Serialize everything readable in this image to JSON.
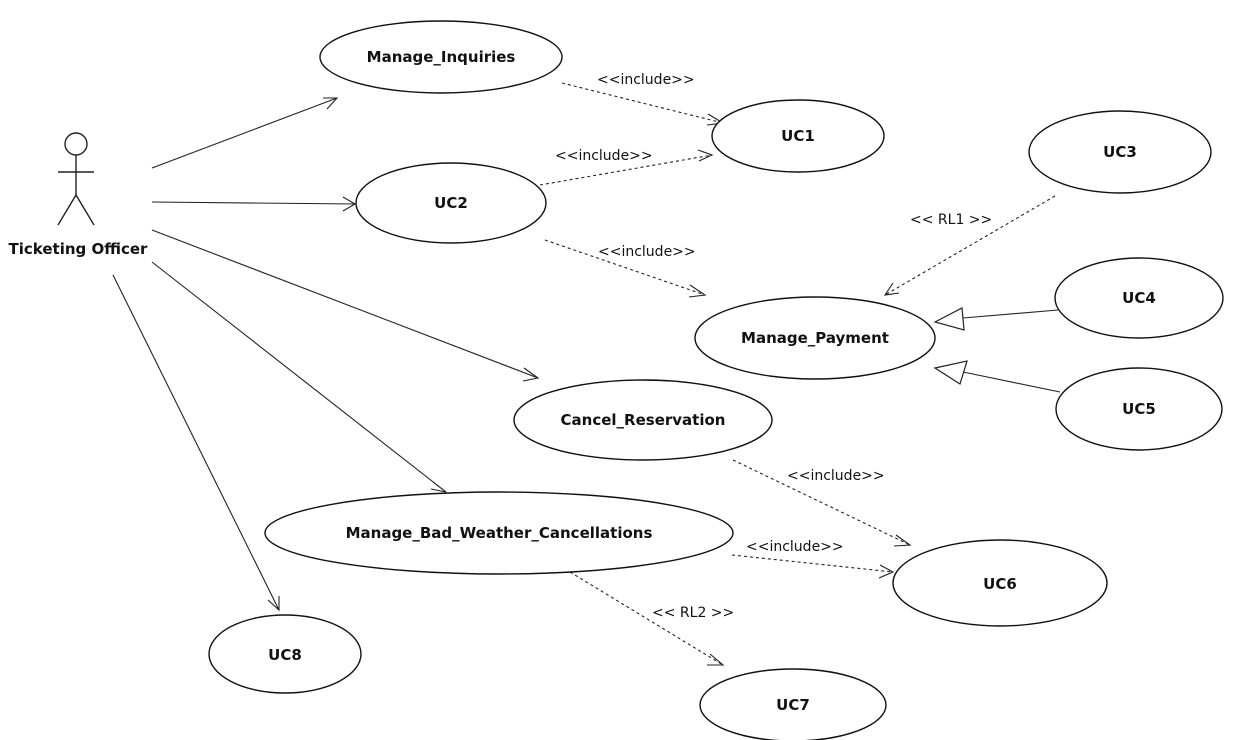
{
  "actor": {
    "name": "Ticketing Officer"
  },
  "use_cases": {
    "manage_inquiries": "Manage_Inquiries",
    "uc1": "UC1",
    "uc2": "UC2",
    "uc3": "UC3",
    "manage_payment": "Manage_Payment",
    "uc4": "UC4",
    "uc5": "UC5",
    "cancel_reservation": "Cancel_Reservation",
    "manage_bad_weather_cancellations": "Manage_Bad_Weather_Cancellations",
    "uc6": "UC6",
    "uc7": "UC7",
    "uc8": "UC8"
  },
  "relationships": {
    "inquiries_uc1": "<<include>>",
    "uc2_uc1": "<<include>>",
    "uc2_payment": "<<include>>",
    "uc3_payment": "<< RL1 >>",
    "cancel_uc6": "<<include>>",
    "weather_uc6": "<<include>>",
    "weather_uc7": "<< RL2 >>"
  }
}
